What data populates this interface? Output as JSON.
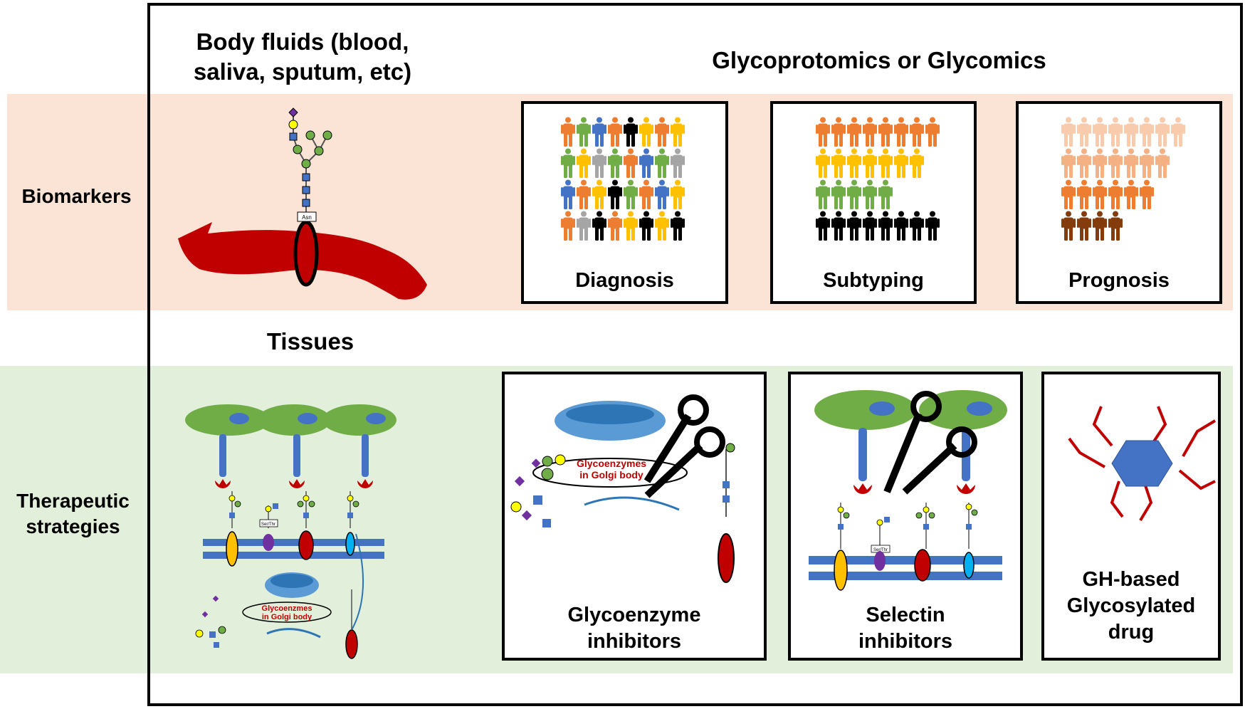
{
  "row_labels": {
    "biomarkers": "Biomarkers",
    "therapeutic": [
      "Therapeutic",
      "strategies"
    ]
  },
  "headers": {
    "body_fluids": [
      "Body fluids (blood,",
      "saliva, sputum, etc)"
    ],
    "glyco": "Glycoprotomics or Glycomics",
    "tissues": "Tissues"
  },
  "panels": {
    "diagnosis": "Diagnosis",
    "subtyping": "Subtyping",
    "prognosis": "Prognosis",
    "glycoenzyme": [
      "Glycoenzyme",
      "inhibitors"
    ],
    "selectin": [
      "Selectin",
      "inhibitors"
    ],
    "gh_drug": [
      "GH-based",
      "Glycosylated",
      "drug"
    ]
  },
  "diagram_text": {
    "asn": "Asn",
    "ser_thr": "Ser/Thr",
    "golgi": [
      "Glycoenzmes",
      "in Golgi body"
    ],
    "golgi_panel": [
      "Glycoenzymes",
      "in Golgi body"
    ]
  },
  "colors": {
    "biomarker_band": "#fbe4d6",
    "therapeutic_band": "#e2efda",
    "vessel_red": "#c00000",
    "cell_green": "#70ad47",
    "nucleus_blue": "#4472c4",
    "membrane_blue": "#4472c4",
    "people_diagnosis": [
      [
        "#ed7d31",
        "#70ad47",
        "#4472c4",
        "#ed7d31",
        "#000000",
        "#ffc000",
        "#ed7d31",
        "#ffc000"
      ],
      [
        "#70ad47",
        "#ffc000",
        "#a5a5a5",
        "#70ad47",
        "#ed7d31",
        "#4472c4",
        "#70ad47",
        "#a5a5a5"
      ],
      [
        "#4472c4",
        "#ed7d31",
        "#ffc000",
        "#000000",
        "#70ad47",
        "#ed7d31",
        "#4472c4",
        "#ffc000"
      ],
      [
        "#ed7d31",
        "#a5a5a5",
        "#000000",
        "#ed7d31",
        "#ffc000",
        "#000000",
        "#ffc000",
        "#000000"
      ]
    ],
    "people_subtyping": [
      [
        "#ed7d31",
        "#ed7d31",
        "#ed7d31",
        "#ed7d31",
        "#ed7d31",
        "#ed7d31",
        "#ed7d31",
        "#ed7d31"
      ],
      [
        "#ffc000",
        "#ffc000",
        "#ffc000",
        "#ffc000",
        "#ffc000",
        "#ffc000",
        "#ffc000"
      ],
      [
        "#70ad47",
        "#70ad47",
        "#70ad47",
        "#70ad47",
        "#70ad47"
      ],
      [
        "#000000",
        "#000000",
        "#000000",
        "#000000",
        "#000000",
        "#000000",
        "#000000",
        "#000000"
      ]
    ],
    "people_prognosis": [
      [
        "#f8cbad",
        "#f8cbad",
        "#f8cbad",
        "#f8cbad",
        "#f8cbad",
        "#f8cbad",
        "#f8cbad",
        "#f8cbad"
      ],
      [
        "#f4b183",
        "#f4b183",
        "#f4b183",
        "#f4b183",
        "#f4b183",
        "#f4b183",
        "#f4b183"
      ],
      [
        "#ed7d31",
        "#ed7d31",
        "#ed7d31",
        "#ed7d31",
        "#ed7d31",
        "#ed7d31"
      ],
      [
        "#843c0c",
        "#843c0c",
        "#843c0c",
        "#843c0c"
      ]
    ]
  }
}
